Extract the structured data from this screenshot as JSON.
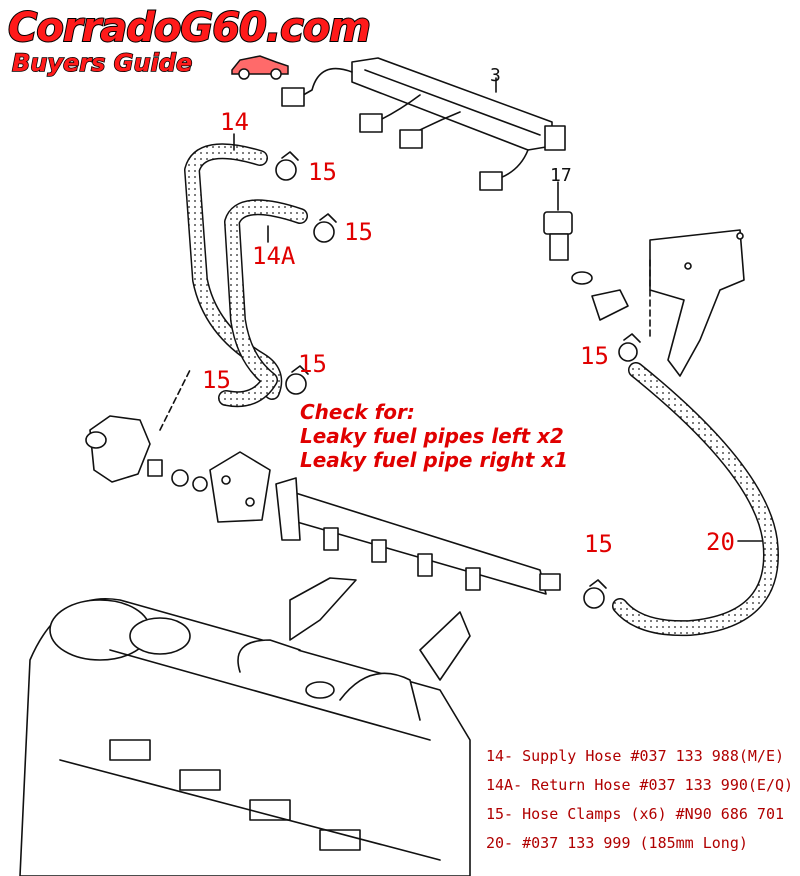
{
  "brand": {
    "title": "CorradoG60.com",
    "subtitle": "Buyers Guide",
    "car_icon": "car-icon",
    "accent_color": "#ff1a1a"
  },
  "callouts": {
    "part_3": "3",
    "part_14": "14",
    "part_14a": "14A",
    "part_15": "15",
    "part_17": "17",
    "part_20": "20"
  },
  "check": {
    "heading": "Check for:",
    "line1": "Leaky fuel pipes left x2",
    "line2": "Leaky fuel pipe right x1"
  },
  "legend": [
    "14- Supply Hose #037 133 988(M/E)",
    "14A- Return Hose #037 133 990(E/Q)",
    "15- Hose Clamps (x6) #N90 686 701",
    "20- #037 133 999 (185mm Long)"
  ]
}
